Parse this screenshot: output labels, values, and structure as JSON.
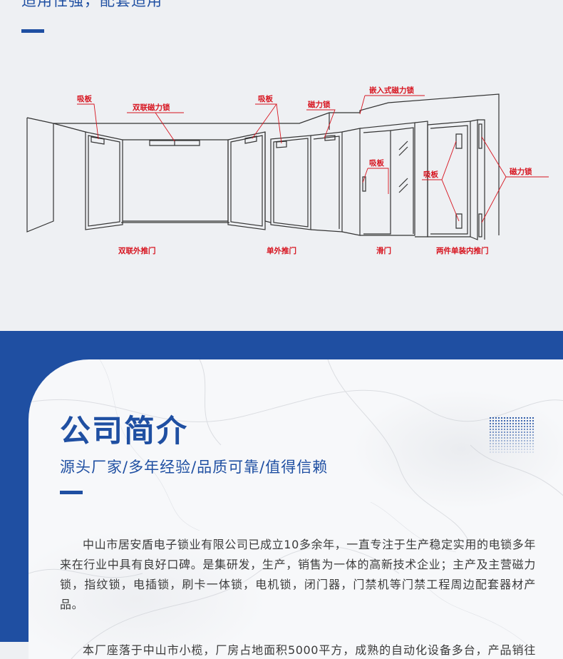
{
  "top": {
    "title": "适用性强，配套适用",
    "diagram": {
      "labels": {
        "xi_ban_1": "吸板",
        "shuang_lian_ci_li_suo": "双联磁力锁",
        "xi_ban_2": "吸板",
        "ci_li_suo_1": "磁力锁",
        "qian_ru_shi_ci_li_suo": "嵌入式磁力锁",
        "xi_ban_3": "吸板",
        "xi_ban_4": "吸板",
        "ci_li_suo_2": "磁力锁",
        "shuang_lian_wai_tui_men": "双联外推门",
        "dan_wai_tui_men": "单外推门",
        "hua_men": "滑门",
        "liang_jian_dan_zhuang_nei_tui_men": "两件单装内推门"
      },
      "line_color": "#333333",
      "label_color": "#d7141f"
    }
  },
  "company": {
    "title": "公司简介",
    "subtitle": "源头厂家/多年经验/品质可靠/值得信赖",
    "paragraphs": [
      "中山市居安盾电子锁业有限公司已成立10多余年，一直专注于生产稳定实用的电锁多年来在行业中具有良好口碑。是集研发，生产，销售为一体的高新技术企业；主产及主营磁力锁，指纹锁，电插锁，刷卡一体锁，电机锁，闭门器，门禁机等门禁工程周边配套器材产品。",
      "本厂座落于中山市小榄，厂房占地面积5000平方，成熟的自动化设备多台，产品销往各地，是著名门禁系统厂商的合作伙伴，并为客户提供OEM及ODM生产业务。"
    ]
  },
  "colors": {
    "brand_blue": "#1f4fa2",
    "background": "#eef0f3",
    "card": "#f7f8fa",
    "body_text": "#3b3b3b"
  }
}
